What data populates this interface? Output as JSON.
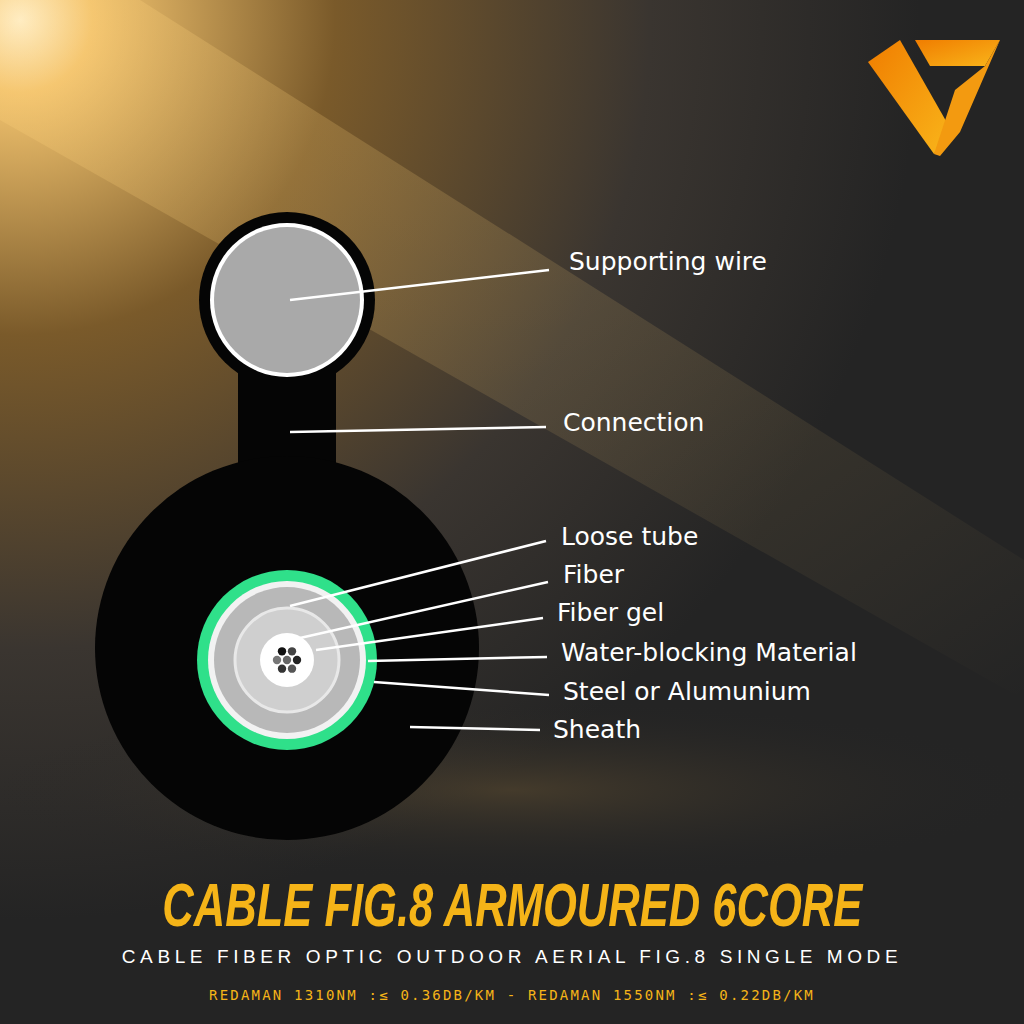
{
  "diagram": {
    "title": "CABLE FIG.8 ARMOURED 6CORE",
    "caption": "CABLE FIBER OPTIC OUTDOOR AERIAL FIG.8 SINGLE MODE",
    "labels": [
      "Supporting wire",
      "Connection",
      "Loose tube",
      "Fiber",
      "Fiber gel",
      "Water-blocking Material",
      "Steel or Alumunium",
      "Sheath",
      "REDAMAN 1310NM :≤ 0.36DB/KM - REDAMAN 1550NM :≤ 0.22DB/KM"
    ]
  }
}
